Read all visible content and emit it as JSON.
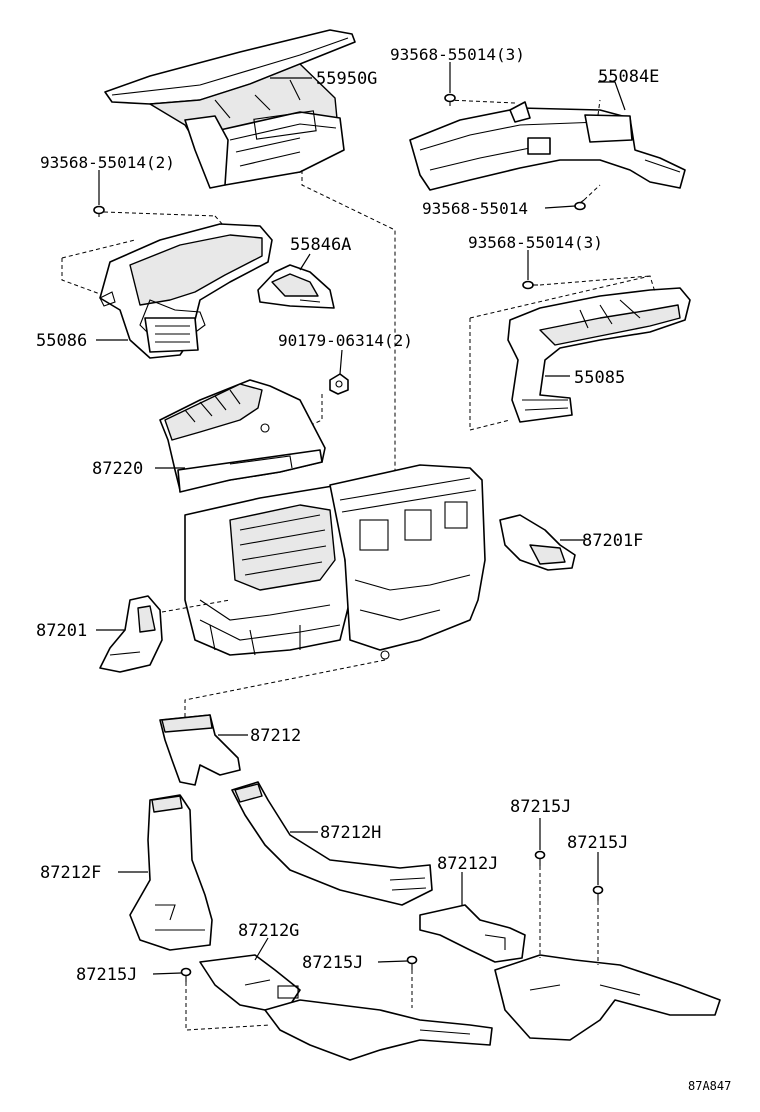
{
  "labels": {
    "p55950G": "55950G",
    "p93568_55014_3_top": "93568-55014(3)",
    "p55084E": "55084E",
    "p93568_55014_2": "93568-55014(2)",
    "p93568_55014_mid": "93568-55014",
    "p55846A": "55846A",
    "p93568_55014_3_right": "93568-55014(3)",
    "p55086": "55086",
    "p90179_06314_2": "90179-06314(2)",
    "p55085": "55085",
    "p87220": "87220",
    "p87201F": "87201F",
    "p87201": "87201",
    "p87212": "87212",
    "p87215J_top": "87215J",
    "p87212H": "87212H",
    "p87215J_right": "87215J",
    "p87212F": "87212F",
    "p87212J": "87212J",
    "p87212G": "87212G",
    "p87215J_mid": "87215J",
    "p87215J_left": "87215J",
    "diagram_code": "87A847"
  }
}
